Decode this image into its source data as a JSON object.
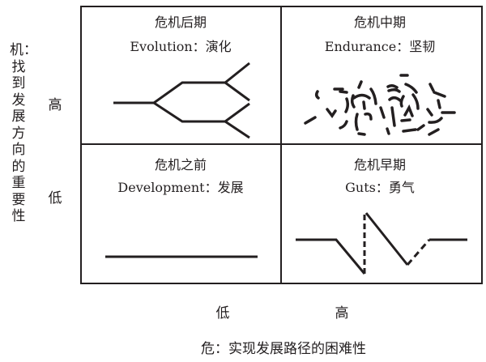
{
  "y_axis": {
    "label": "机：找到发展方向的重要性",
    "high": "高",
    "low": "低"
  },
  "x_axis": {
    "label": "危：实现发展路径的困难性",
    "low": "低",
    "high": "高"
  },
  "quadrants": {
    "top_left": {
      "title": "危机后期",
      "subtitle": "Evolution：演化"
    },
    "top_right": {
      "title": "危机中期",
      "subtitle": "Endurance：坚韧"
    },
    "bottom_left": {
      "title": "危机之前",
      "subtitle": "Development：发展"
    },
    "bottom_right": {
      "title": "危机早期",
      "subtitle": "Guts：勇气"
    }
  }
}
